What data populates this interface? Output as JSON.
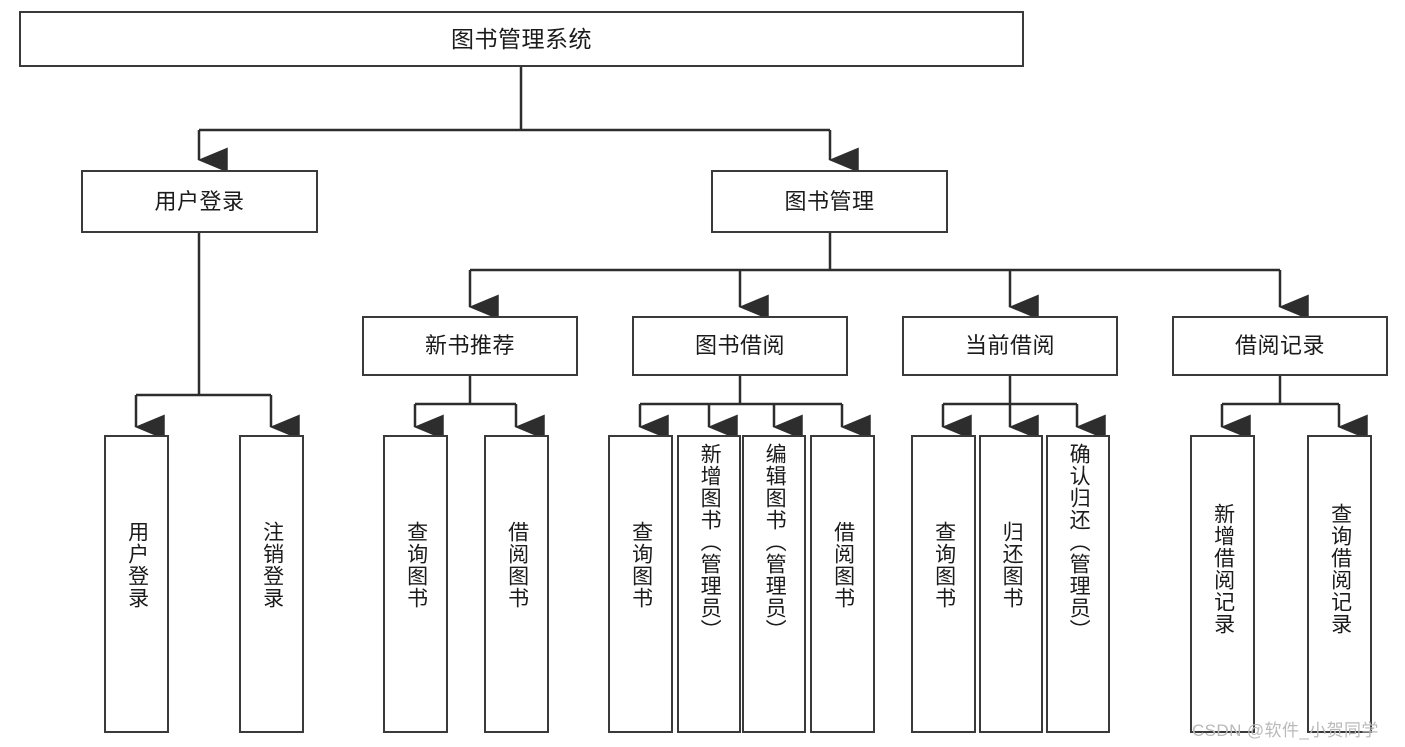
{
  "diagram": {
    "type": "tree",
    "title": "图书管理系统",
    "root": {
      "label": "图书管理系统"
    },
    "level1": [
      {
        "label": "用户登录"
      },
      {
        "label": "图书管理"
      }
    ],
    "level2": [
      {
        "label": "新书推荐"
      },
      {
        "label": "图书借阅"
      },
      {
        "label": "当前借阅"
      },
      {
        "label": "借阅记录"
      }
    ],
    "leaves": {
      "user_login": [
        {
          "label": "用户登录"
        },
        {
          "label": "注销登录"
        }
      ],
      "new_book_recommend": [
        {
          "label": "查询图书"
        },
        {
          "label": "借阅图书"
        }
      ],
      "book_borrow": [
        {
          "label": "查询图书"
        },
        {
          "label": "新增图书（管理员）"
        },
        {
          "label": "编辑图书（管理员）"
        },
        {
          "label": "借阅图书"
        }
      ],
      "current_borrow": [
        {
          "label": "查询图书"
        },
        {
          "label": "归还图书"
        },
        {
          "label": "确认归还（管理员）"
        }
      ],
      "borrow_record": [
        {
          "label": "新增借阅记录"
        },
        {
          "label": "查询借阅记录"
        }
      ]
    }
  },
  "watermark": {
    "text": "CSDN @软件_小贺同学"
  },
  "colors": {
    "border": "#3a3a3a",
    "text": "#1b1b1b",
    "background": "#ffffff",
    "edge": "#2d2d2d",
    "watermark": "#b9b9b9"
  }
}
